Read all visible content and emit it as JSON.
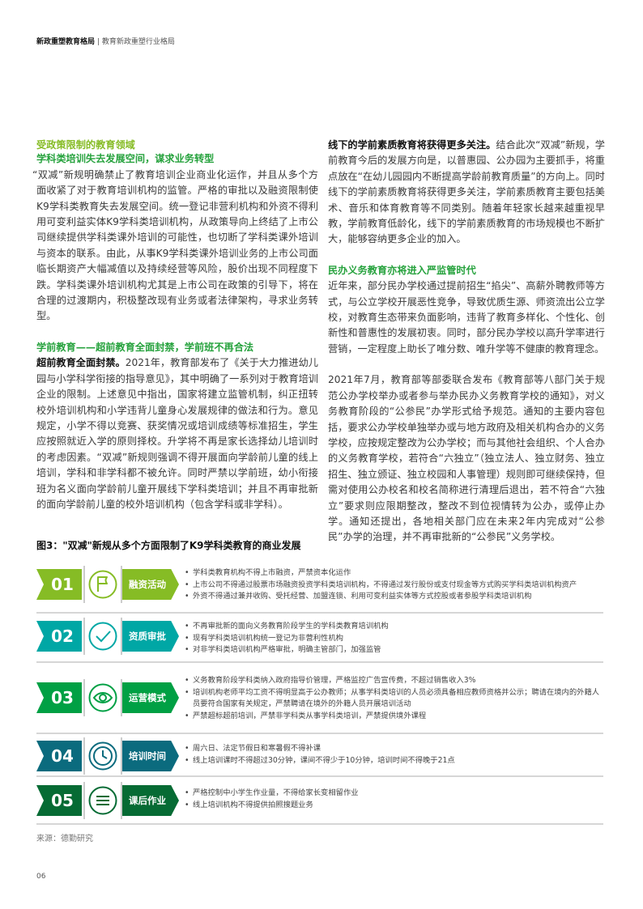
{
  "header": {
    "section": "新政重塑教育格局",
    "separator": "|",
    "subtitle": "教育新政重塑行业格局"
  },
  "left": {
    "kicker": "受政策限制的教育领域",
    "h1": "学科类培训失去发展空间，谋求业务转型",
    "p1": "“双减”新规明确禁止了教育培训企业商业化运作，并且从多个方面收紧了对于教育培训机构的监管。严格的审批以及融资限制使K9学科类教育失去发展空间。统一登记非营利机构和外资不得利用可变利益实体K9学科类培训机构，从政策导向上终结了上市公司继续提供学科类课外培训的可能性，也切断了学科类课外培训与资本的联系。由此，从事K9学科类课外培训业务的上市公司面临长期资产大幅减值以及持续经营等风险，股价出现不同程度下跌。学科类课外培训机构尤其是上市公司在政策的引导下，将在合理的过渡期内，积极整改现有业务或者法律架构，寻求业务转型。",
    "h2": "学前教育——超前教育全面封禁，学前班不再合法",
    "p2_lead": "超前教育全面封禁。",
    "p2": "2021年，教育部发布了《关于大力推进幼儿园与小学科学衔接的指导意见》，其中明确了一系列对于教育培训企业的限制。上述意见中指出，国家将建立监管机制，纠正扭转校外培训机构和小学违背儿童身心发展规律的做法和行为。意见规定，小学不得以竞赛、获奖情况或培训成绩等标准招生，学生应按照就近入学的原则择校。升学将不再是家长选择幼儿培训时的考虑因素。“双减”新规则强调不得开展面向学龄前儿童的线上培训，学科和非学科都不被允许。同时严禁以学前班，幼小衔接班为名义面向学龄前儿童开展线下学科类培训；并且不再审批新的面向学龄前儿童的校外培训机构（包含学科或非学科）。"
  },
  "right": {
    "p1_lead": "线下的学前素质教育将获得更多关注。",
    "p1": "结合此次“双减”新规，学前教育今后的发展方向是，以普惠园、公办园为主要抓手，将重点放在“在幼儿园园内不断提高学龄前教育质量”的方向上。同时线下的学前素质教育将获得更多关注，学前素质教育主要包括美术、音乐和体育教育等不同类别。随着年轻家长越来越重视早教，学前教育低龄化，线下的学前素质教育的市场规模也不断扩大，能够容纳更多企业的加入。",
    "h2": "民办义务教育亦将进入严监管时代",
    "p2": "近年来，部分民办学校通过提前招生“掐尖”、高薪外聘教师等方式，与公立学校开展恶性竞争，导致优质生源、师资流出公立学校，对教育生态带来负面影响，违背了教育多样化、个性化、创新性和普惠性的发展初衷。同时，部分民办学校以高升学率进行营销，一定程度上助长了唯分数、唯升学等不健康的教育理念。",
    "p3": "2021年7月，教育部等部委联合发布《教育部等八部门关于规范公办学校举办或者参与举办民办义务教育学校的通知》，对义务教育阶段的“公参民”办学形式给予规范。通知的主要内容包括，要求公办学校单独举办或与地方政府及相关机构合办的义务学校，应按规定整改为公办学校；而与其他社会组织、个人合办的义务教育学校，若符合“六独立”（独立法人、独立财务、独立招生、独立颁证、独立校园和人事管理）规则即可继续保持，但需对使用公办校名和校名简称进行清理后退出，若不符合“六独立”要求则应限期整改，整改不到位视情转为公办，或停止办学。通知还提出，各地相关部门应在未来2年内完成对“公参民”办学的治理，并不再审批新的“公参民”义务学校。"
  },
  "figure": {
    "title": "图3：\"双减\"新规从多个方面限制了K9学科类教育的商业发展",
    "rows": [
      {
        "num": "01",
        "label": "融资活动",
        "icon": "flag-icon",
        "color": "#86bc25",
        "bullets": [
          "学科类教育机构不得上市融资，严禁资本化运作",
          "上市公司不得通过股票市场融资投资学科类培训机构，不得通过发行股份或支付现金等方式购买学科类培训机构资产",
          "外资不得通过兼并收购、受托经营、加盟连锁、利用可变利益实体等方式控股或者参股学科类培训机构"
        ]
      },
      {
        "num": "02",
        "label": "资质审批",
        "icon": "check-icon",
        "color": "#00a7a5",
        "bullets": [
          "不再审批新的面向义务教育阶段学生的学科类教育培训机构",
          "现有学科类培训机构统一登记为非营利性机构",
          "对非学科类培训机构严格审批，明确主管部门，加强监管"
        ]
      },
      {
        "num": "03",
        "label": "运营模式",
        "icon": "eye-icon",
        "color": "#00a044",
        "bullets": [
          "义务教育阶段学科类纳入政府指导价管理，严格监控广告宣传费，不超过销售收入3%",
          "培训机构老师平均工资不得明显高于公办教师；从事学科类培训的人员必须具备相应教师资格并公示；聘请在境内的外籍人员要符合国家有关规定，严禁聘请在境外的外籍人员开展培训活动",
          "严禁超标超前培训，严禁非学科类从事学科类培训，严禁提供境外课程"
        ]
      },
      {
        "num": "04",
        "label": "培训时间",
        "icon": "clock-icon",
        "color": "#0b6b7e",
        "bullets": [
          "周六日、法定节假日和寒暑假不得补课",
          "线上培训课时不得超过30分钟，课间不得少于10分钟，培训时间不得晚于21点"
        ]
      },
      {
        "num": "05",
        "label": "课后作业",
        "icon": "list-icon",
        "color": "#066b34",
        "bullets": [
          "严格控制中小学生作业量，不得给家长变相留作业",
          "线上培训机构不得提供拍照搜题业务"
        ]
      }
    ]
  },
  "source": "来源：德勤研究",
  "page_number": "06"
}
